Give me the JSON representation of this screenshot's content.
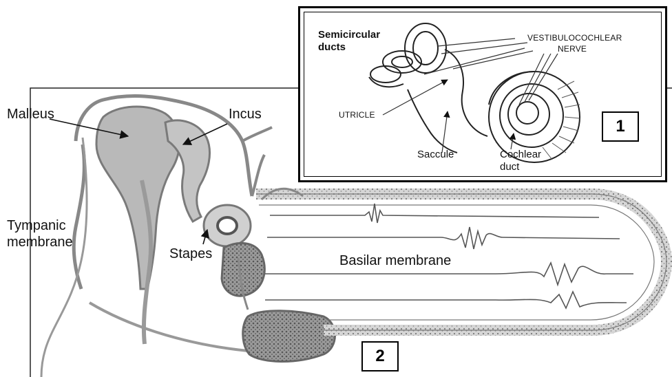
{
  "figure_2": {
    "labels": {
      "malleus": "Malleus",
      "incus": "Incus",
      "tympanic_membrane": "Tympanic membrane",
      "stapes": "Stapes",
      "basilar_membrane": "Basilar membrane"
    },
    "badge": "2"
  },
  "figure_1": {
    "labels": {
      "semicircular_ducts": "Semicircular ducts",
      "vestibulocochlear": "VESTIBULOCOCHLEAR",
      "nerve": "NERVE",
      "utricle": "UTRICLE",
      "saccule": "Saccule",
      "cochlear_duct": "Cochlear duct"
    },
    "badge": "1"
  },
  "colors": {
    "bone_fill": "#b9b9b9",
    "tissue_fill": "#cfcfcf",
    "outline": "#6f6f6f",
    "duct_fill": "#e0e0e0",
    "ink": "#111111"
  }
}
